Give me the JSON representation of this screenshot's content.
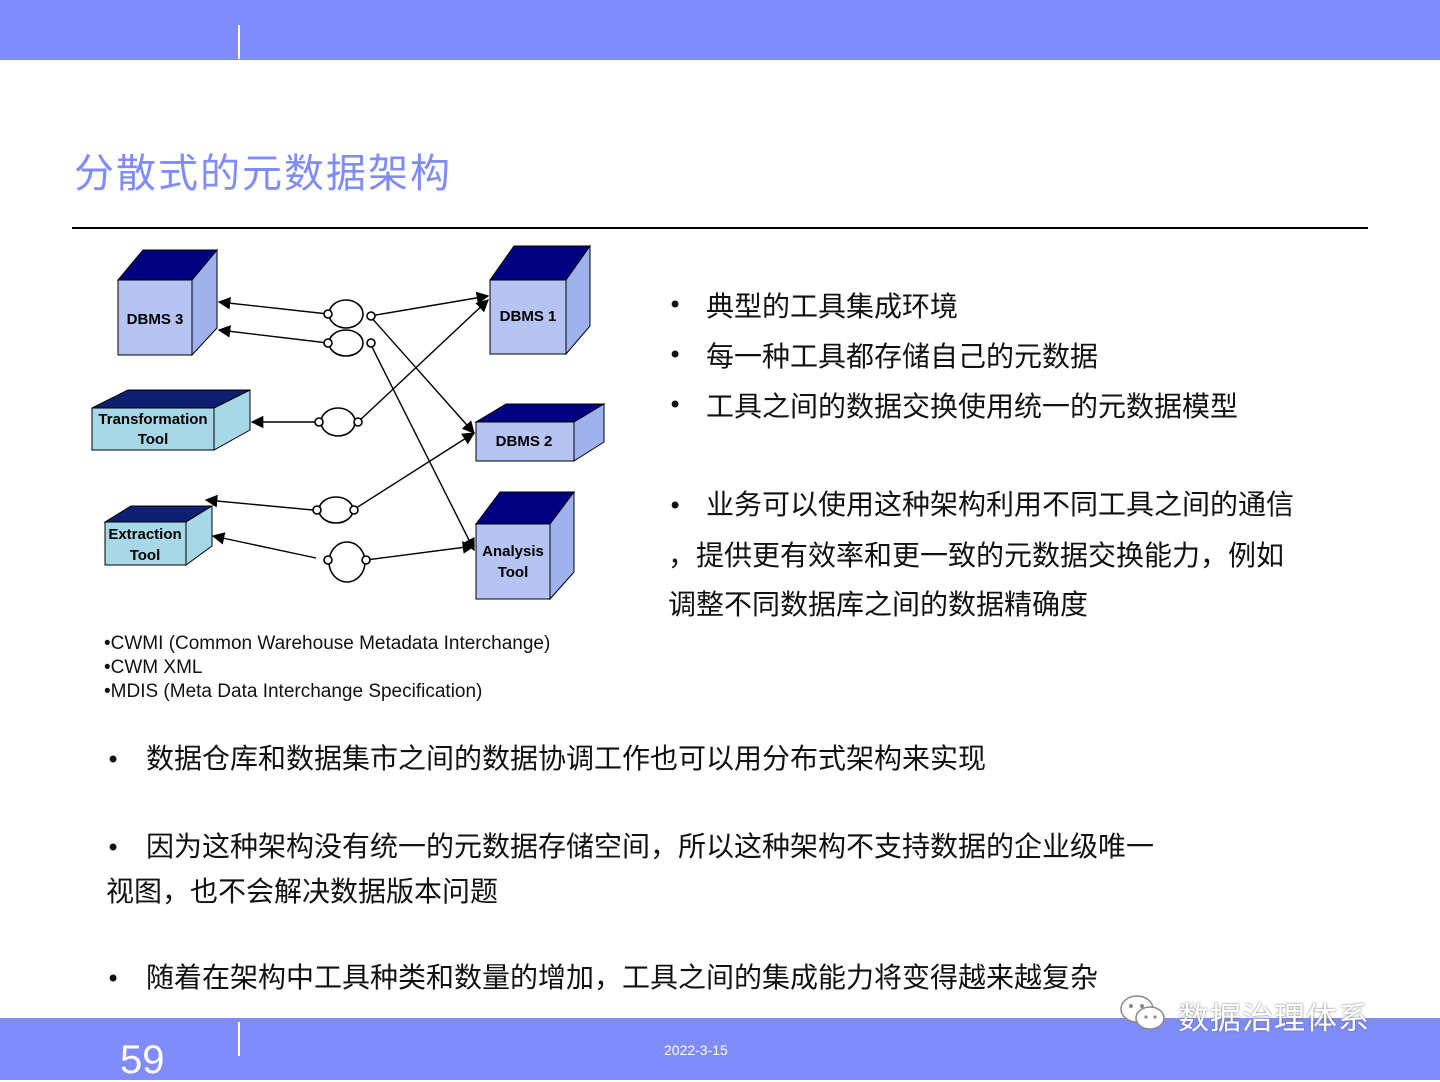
{
  "slide": {
    "title": "分散式的元数据架构",
    "page_number": "59",
    "date": "2022-3-15",
    "watermark": "数据治理体系",
    "watermark_icon": "wechat-icon"
  },
  "diagram": {
    "nodes": {
      "dbms3": "DBMS 3",
      "dbms1": "DBMS 1",
      "dbms2": "DBMS 2",
      "transformation_line1": "Transformation",
      "transformation_line2": "Tool",
      "extraction_line1": "Extraction",
      "extraction_line2": "Tool",
      "analysis_line1": "Analysis",
      "analysis_line2": "Tool"
    },
    "colors": {
      "box_front": "#b5c4f2",
      "box_top_dark": "#000080",
      "box_side_dark": "#9fb2ee",
      "box_teal": "#a6d8e8",
      "box_teal_top": "#0c1f70"
    }
  },
  "standards": [
    "•CWMI (Common Warehouse Metadata Interchange)",
    "•CWM XML",
    "•MDIS (Meta Data Interchange Specification)"
  ],
  "right_bullets": [
    "典型的工具集成环境",
    "每一种工具都存储自己的元数据",
    "工具之间的数据交换使用统一的元数据模型"
  ],
  "right_paragraph": {
    "line1": "业务可以使用这种架构利用不同工具之间的通信",
    "line2": "，提供更有效率和更一致的元数据交换能力，例如",
    "line3": "调整不同数据库之间的数据精确度"
  },
  "bottom_bullets": {
    "b1": "数据仓库和数据集市之间的数据协调工作也可以用分布式架构来实现",
    "b2_line1": "因为这种架构没有统一的元数据存储空间，所以这种架构不支持数据的企业级唯一",
    "b2_line2": "视图，也不会解决数据版本问题",
    "b3": "随着在架构中工具种类和数量的增加，工具之间的集成能力将变得越来越复杂"
  },
  "bullet_symbol": "•"
}
